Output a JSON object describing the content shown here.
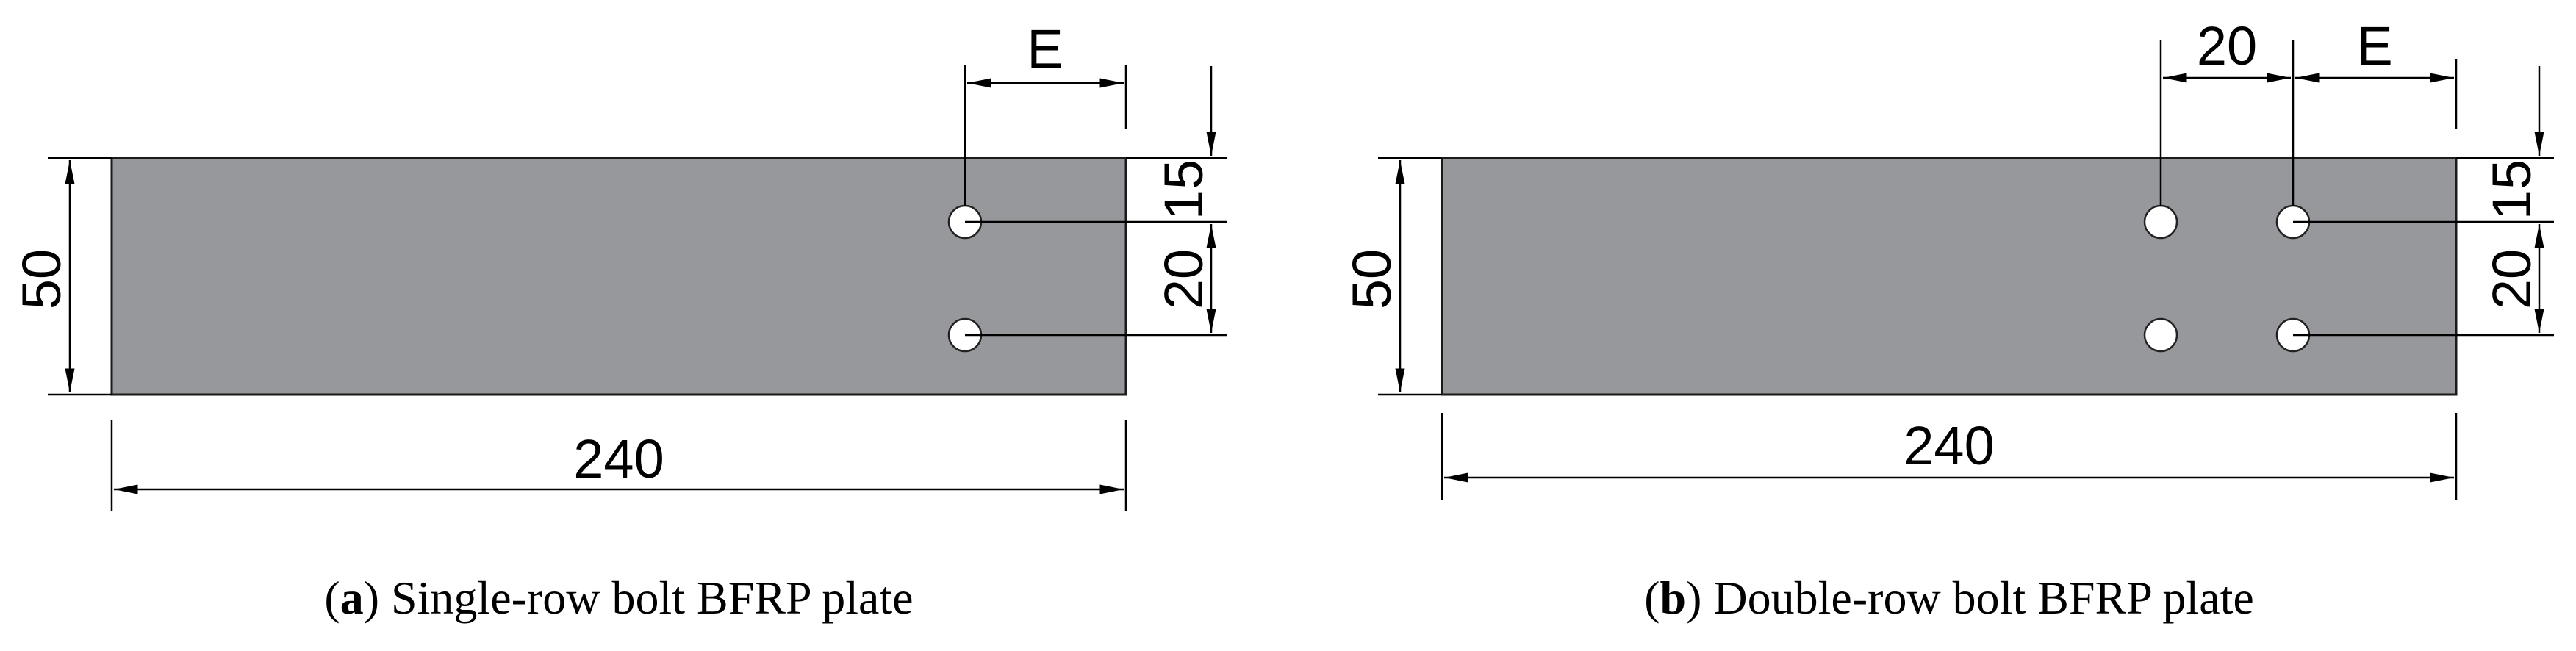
{
  "colors": {
    "plate": "#97989c",
    "line": "#000000",
    "hole": "#ffffff"
  },
  "panels": [
    {
      "id": "a",
      "dimensions": {
        "length": "240",
        "width": "50",
        "edge": "E",
        "end_gap": "15",
        "row_gap": "20"
      },
      "caption": {
        "letter": "a",
        "text": "Single-row bolt BFRP plate"
      }
    },
    {
      "id": "b",
      "dimensions": {
        "length": "240",
        "width": "50",
        "edge": "E",
        "col_gap": "20",
        "end_gap": "15",
        "row_gap": "20"
      },
      "caption": {
        "letter": "b",
        "text": "Double-row bolt BFRP plate"
      }
    }
  ]
}
